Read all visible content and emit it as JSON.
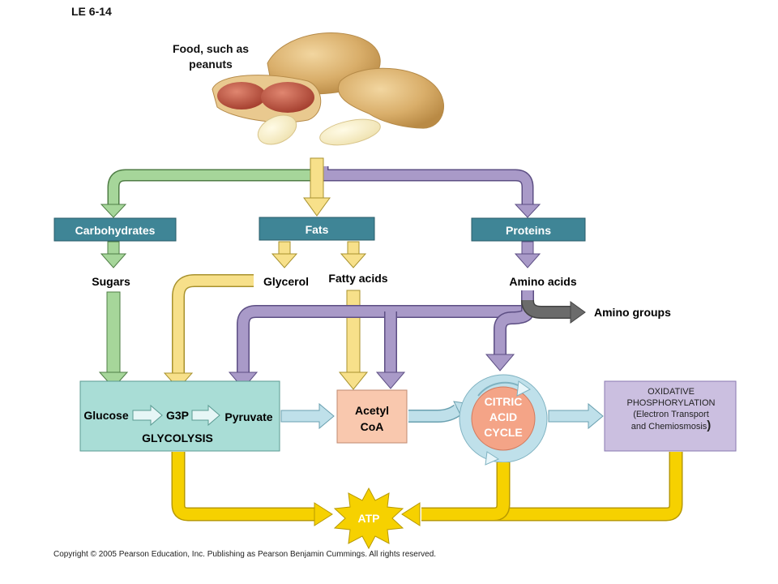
{
  "figure_label": "LE 6-14",
  "food_label": "Food, such as peanuts",
  "categories": {
    "carbohydrates": "Carbohydrates",
    "fats": "Fats",
    "proteins": "Proteins"
  },
  "products": {
    "sugars": "Sugars",
    "glycerol": "Glycerol",
    "fatty_acids": "Fatty acids",
    "amino_acids": "Amino acids",
    "amino_groups": "Amino groups"
  },
  "glycolysis": {
    "glucose": "Glucose",
    "g3p": "G3P",
    "pyruvate": "Pyruvate",
    "title": "GLYCOLYSIS"
  },
  "acetyl_coa": {
    "line1": "Acetyl",
    "line2": "CoA"
  },
  "citric_acid_cycle": {
    "line1": "CITRIC",
    "line2": "ACID",
    "line3": "CYCLE"
  },
  "oxidative": {
    "line1": "OXIDATIVE",
    "line2": "PHOSPHORYLATION",
    "line3": "(Electron Transport",
    "line4": "and Chemiosmosis"
  },
  "atp": "ATP",
  "copyright": "Copyright © 2005 Pearson Education, Inc. Publishing as Pearson Benjamin Cummings. All rights reserved.",
  "colors": {
    "carb_green": "#a6d69a",
    "fat_yellow": "#f7e08a",
    "protein_purple": "#a99ac8",
    "category_box": "#3f8596",
    "glycolysis_box": "#a9ddd6",
    "acetyl_box": "#f9c8ae",
    "cycle_ring": "#bfe0ea",
    "cycle_core": "#f4a487",
    "oxidative_box": "#cbbfe0",
    "pathway_blue": "#bfe0ea",
    "atp_yellow": "#f6d100",
    "amino_group_gray": "#6b6b6b"
  }
}
